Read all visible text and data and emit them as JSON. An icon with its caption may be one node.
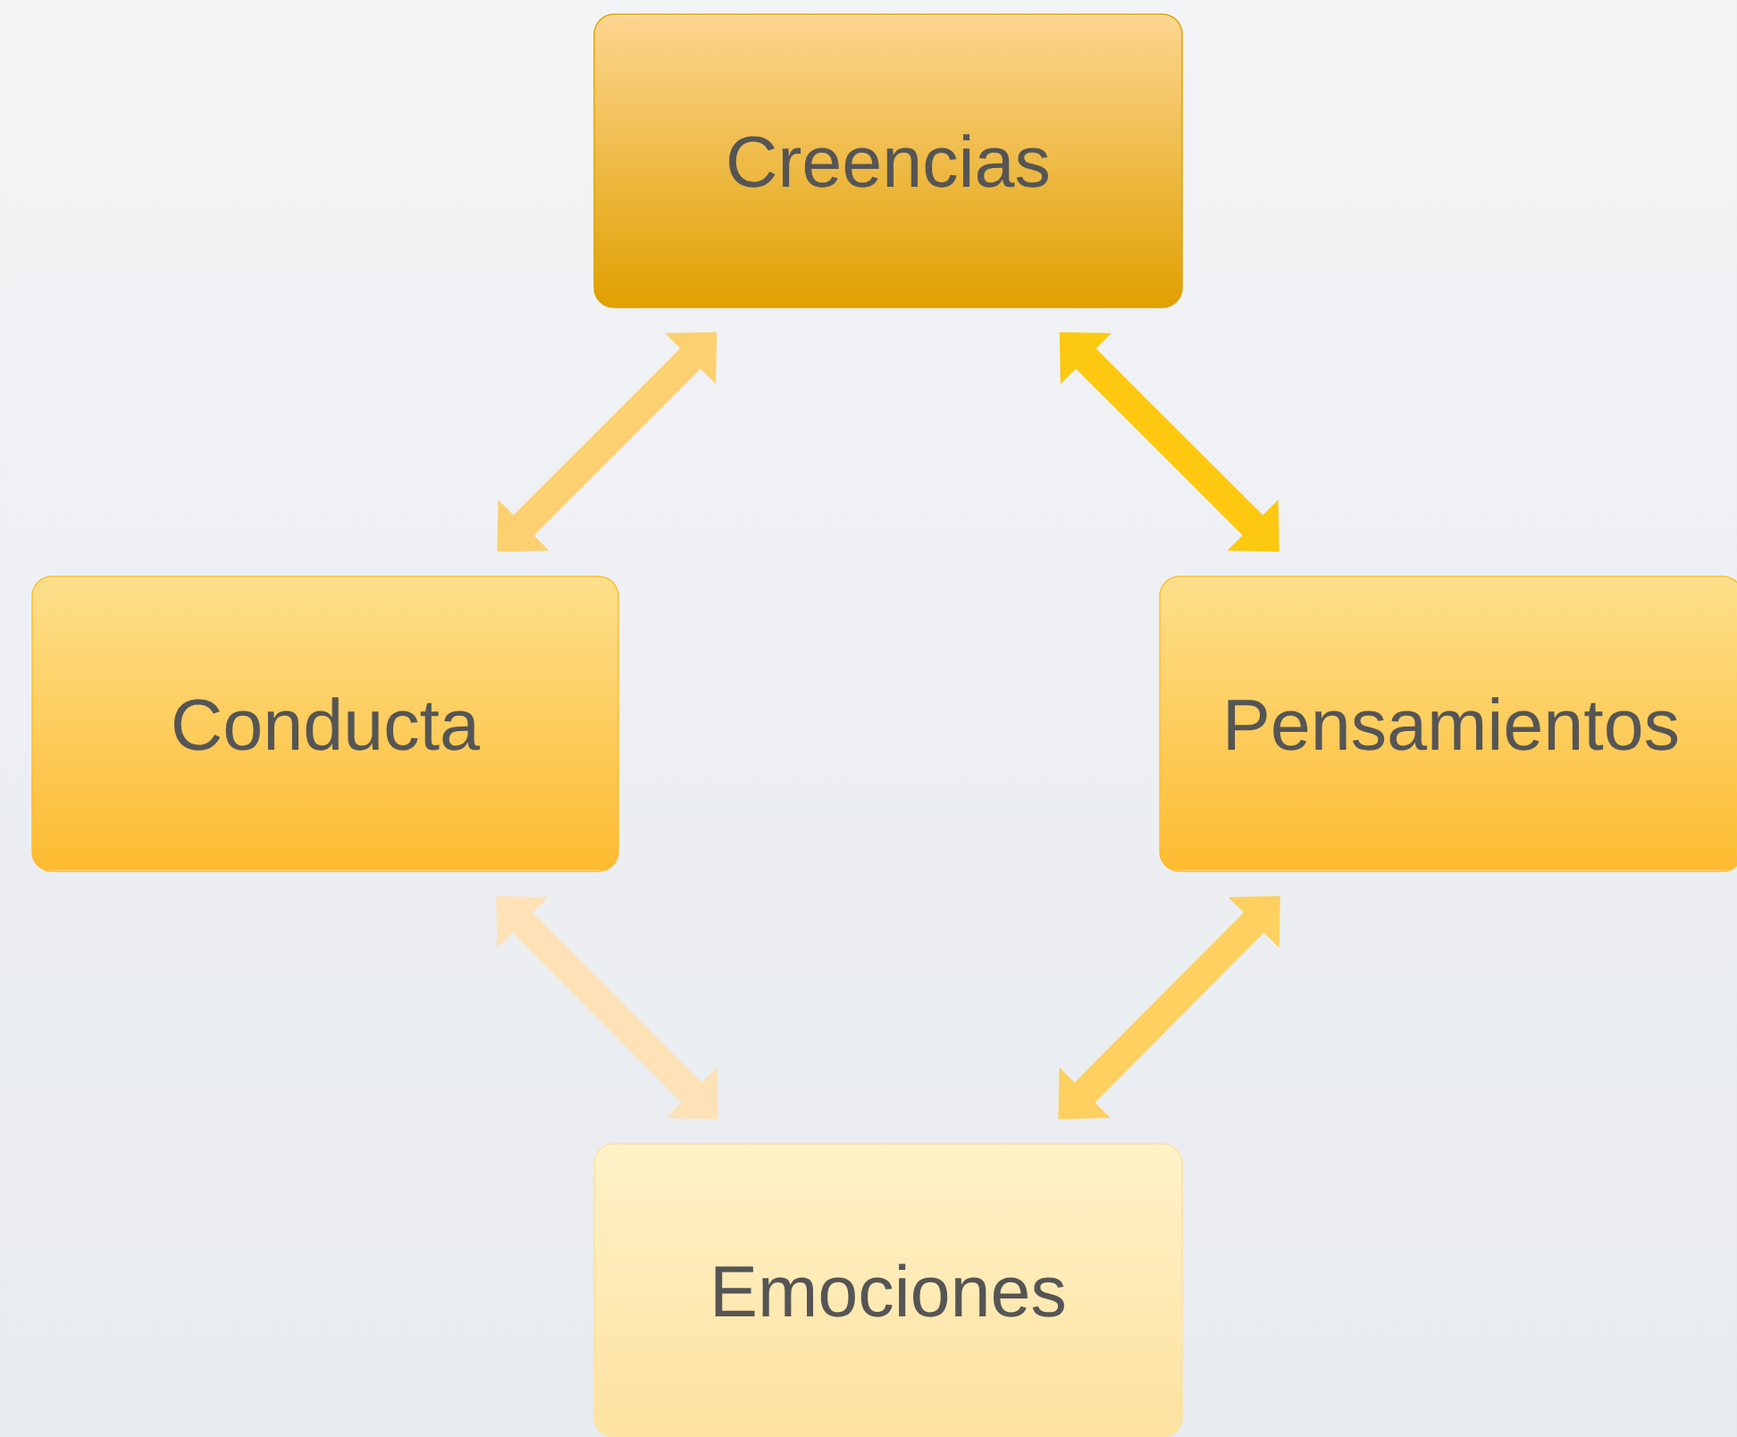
{
  "diagram": {
    "nodes": [
      {
        "text": [
          "Creencias"
        ]
      },
      {
        "text": [
          "Conducta"
        ]
      },
      {
        "text": [
          "Pensamientos"
        ]
      },
      {
        "text": [
          "Emociones"
        ]
      }
    ],
    "edges": [
      {
        "from": 0,
        "to": 1,
        "arrow": "both",
        "color": "#fcd070"
      },
      {
        "from": 0,
        "to": 2,
        "arrow": "both",
        "color": "#fcc810"
      },
      {
        "from": 1,
        "to": 3,
        "arrow": "both",
        "color": "#fde2b8"
      },
      {
        "from": 2,
        "to": 3,
        "arrow": "both",
        "color": "#fdd060"
      }
    ]
  }
}
